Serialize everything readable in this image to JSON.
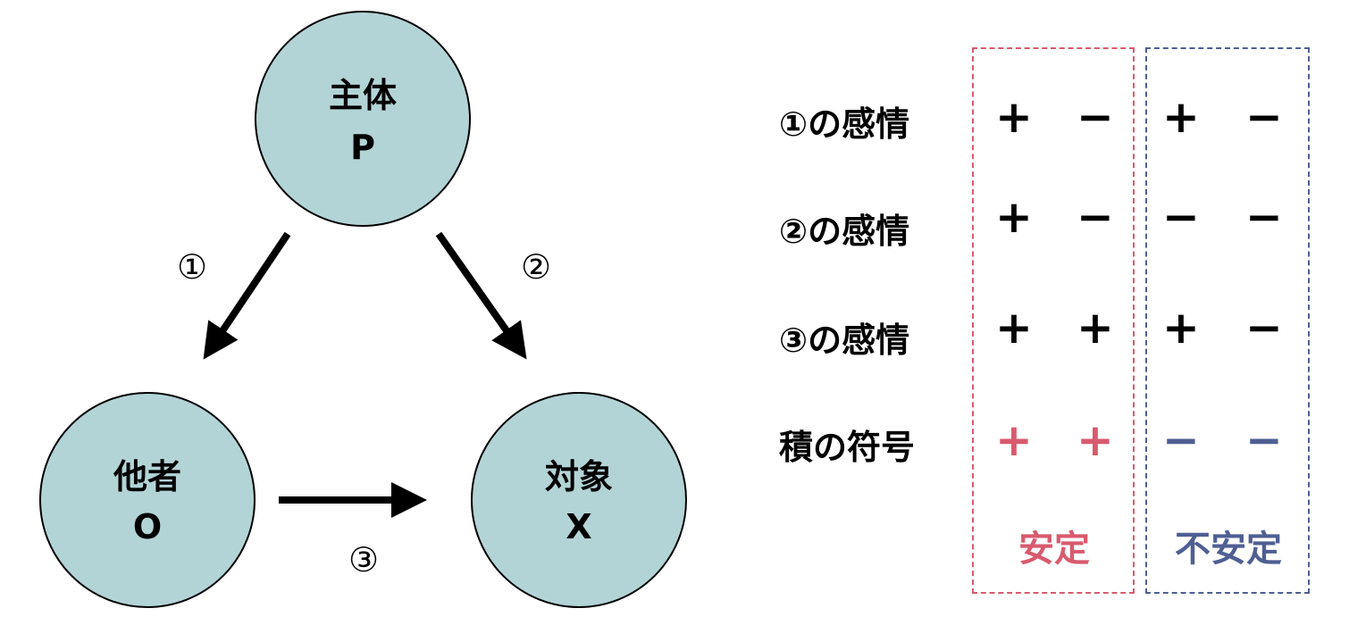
{
  "nodes": {
    "p": {
      "name": "主体",
      "symbol": "P"
    },
    "o": {
      "name": "他者",
      "symbol": "O"
    },
    "x": {
      "name": "対象",
      "symbol": "X"
    }
  },
  "edges": {
    "e1": "①",
    "e2": "②",
    "e3": "③"
  },
  "colors": {
    "node_fill": "#b3d4d6",
    "stable": "#d85a6e",
    "unstable": "#4f5f93",
    "text": "#000000"
  },
  "table": {
    "row_labels": [
      "①の感情",
      "②の感情",
      "③の感情",
      "積の符号"
    ],
    "rows": [
      [
        "+",
        "−",
        "+",
        "−"
      ],
      [
        "+",
        "−",
        "−",
        "−"
      ],
      [
        "+",
        "+",
        "+",
        "−"
      ],
      [
        "+",
        "+",
        "−",
        "−"
      ]
    ],
    "groups": {
      "stable": "安定",
      "unstable": "不安定"
    }
  }
}
